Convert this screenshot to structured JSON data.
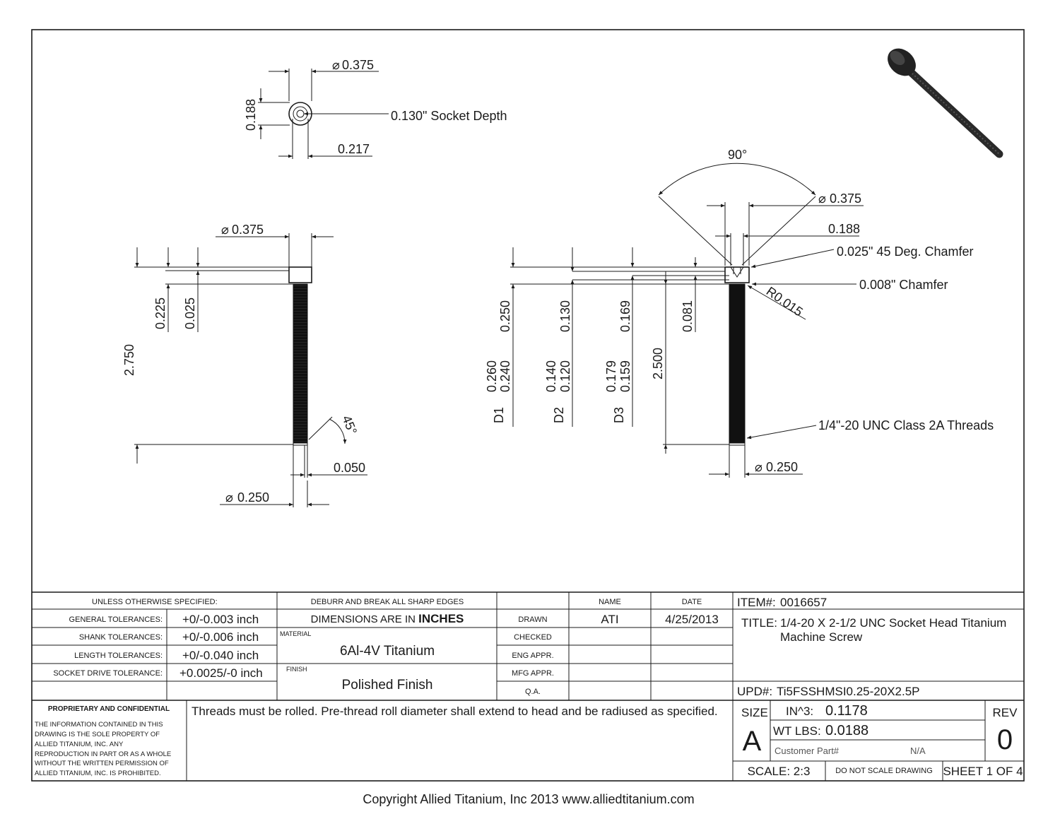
{
  "top_view": {
    "dia_head": "0.375",
    "dim_188": "0.188",
    "socket_depth": "0.130\" Socket Depth",
    "dim_217": "0.217"
  },
  "left_view": {
    "dia_head": "0.375",
    "dim_225": "0.225",
    "dim_025": "0.025",
    "length": "2.750",
    "angle": "45°",
    "dim_050": "0.050",
    "dia_shank": "0.250"
  },
  "right_view": {
    "angle_90": "90°",
    "dia_head": "0.375",
    "dim_188": "0.188",
    "chamfer_025": "0.025\" 45 Deg. Chamfer",
    "chamfer_008": "0.008\" Chamfer",
    "radius": "R0.015",
    "dim_250": "0.250",
    "dim_130": "0.130",
    "dim_169": "0.169",
    "dim_081": "0.081",
    "length": "2.500",
    "d1_upper": "0.260",
    "d1_lower": "0.240",
    "d2_upper": "0.140",
    "d2_lower": "0.120",
    "d3_upper": "0.179",
    "d3_lower": "0.159",
    "d1": "D1",
    "d2": "D2",
    "d3": "D3",
    "threads": "1/4\"-20 UNC Class 2A Threads",
    "dia_shank": "0.250"
  },
  "title_block": {
    "unless": "UNLESS OTHERWISE SPECIFIED:",
    "general_label": "GENERAL TOLERANCES:",
    "general_value": "+0/-0.003 inch",
    "shank_label": "SHANK TOLERANCES:",
    "shank_value": "+0/-0.006 inch",
    "length_label": "LENGTH TOLERANCES:",
    "length_value": "+0/-0.040 inch",
    "socket_label": "SOCKET DRIVE TOLERANCE:",
    "socket_value": "+0.0025/-0 inch",
    "deburr": "DEBURR AND BREAK ALL SHARP EDGES",
    "dimensions_prefix": "DIMENSIONS ARE IN ",
    "dimensions_unit": "INCHES",
    "material_label": "MATERIAL",
    "material_value": "6Al-4V Titanium",
    "finish_label": "FINISH",
    "finish_value": "Polished Finish",
    "name_header": "NAME",
    "date_header": "DATE",
    "drawn_label": "DRAWN",
    "drawn_name": "ATI",
    "drawn_date": "4/25/2013",
    "checked_label": "CHECKED",
    "eng_label": "ENG APPR.",
    "mfg_label": "MFG APPR.",
    "qa_label": "Q.A.",
    "item_label": "ITEM#:",
    "item_value": "0016657",
    "title_label": "TITLE:",
    "title_line1": "1/4-20 X 2-1/2 UNC Socket Head Titanium",
    "title_line2": "Machine Screw",
    "upd_label": "UPD#:",
    "upd_value": "Ti5FSSHMSI0.25-20X2.5P",
    "proprietary_title": "PROPRIETARY AND CONFIDENTIAL",
    "proprietary_lines": [
      "THE INFORMATION CONTAINED IN THIS",
      "DRAWING IS THE SOLE PROPERTY OF",
      "ALLIED TITANIUM, INC.  ANY",
      "REPRODUCTION IN PART OR AS A WHOLE",
      "WITHOUT THE WRITTEN PERMISSION OF",
      "ALLIED TITANIUM, INC. IS PROHIBITED."
    ],
    "note": "Threads must be rolled. Pre-thread roll diameter shall extend to head and be radiused as specified.",
    "size_label": "SIZE",
    "size_value": "A",
    "volume_label": "IN^3:",
    "volume_value": "0.1178",
    "weight_label": "WT LBS:",
    "weight_value": "0.0188",
    "customer_label": "Customer Part#",
    "customer_value": "N/A",
    "rev_label": "REV",
    "rev_value": "0",
    "scale": "SCALE: 2:3",
    "do_not_scale": "DO NOT SCALE DRAWING",
    "sheet": "SHEET 1 OF 4"
  },
  "copyright": "Copyright Allied Titanium, Inc 2013 www.alliedtitanium.com"
}
